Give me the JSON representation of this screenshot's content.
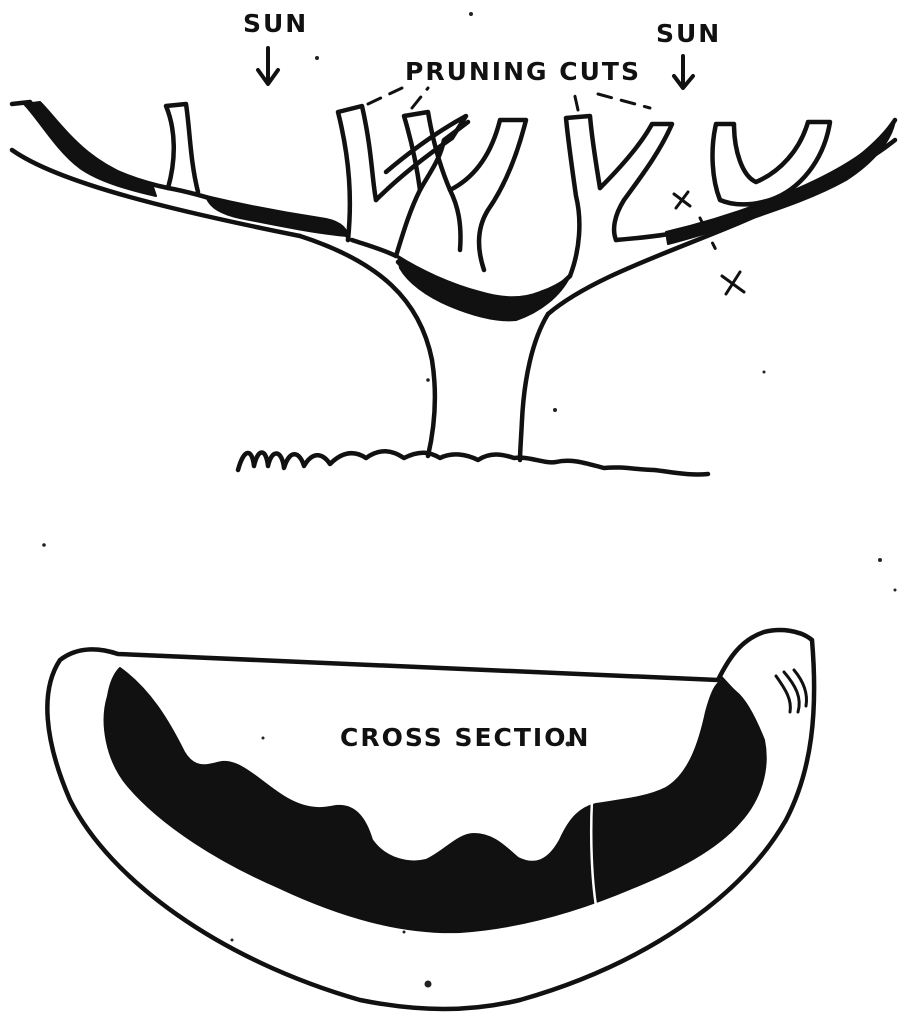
{
  "labels": {
    "sun_left": "SUN",
    "sun_right": "SUN",
    "pruning_cuts": "PRUNING CUTS",
    "cross_section": "CROSS SECTION"
  },
  "colors": {
    "ink": "#111111",
    "paper": "#ffffff"
  },
  "icons": {
    "sun_arrow": "down-arrow-icon",
    "cut_marks": "x-mark"
  }
}
